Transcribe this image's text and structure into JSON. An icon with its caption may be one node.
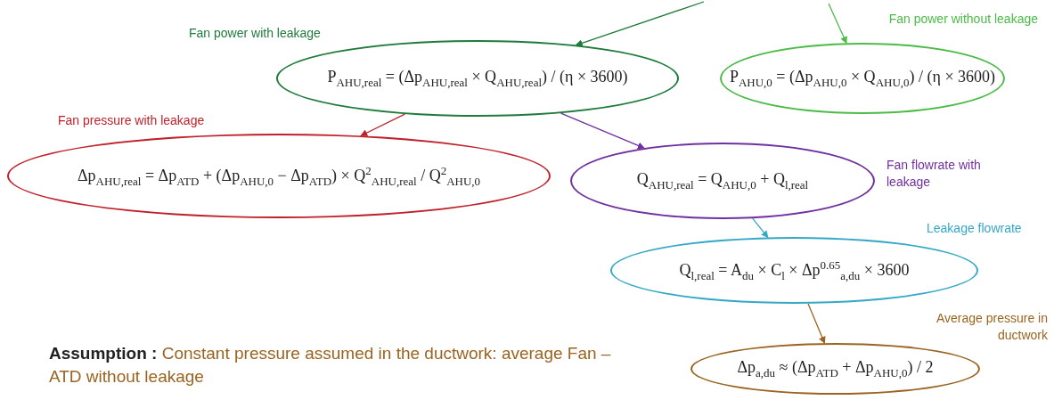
{
  "diagram": {
    "nodes": [
      {
        "text": [
          "Fan power with leakage",
          "P$_{AHU,real}$ = (Δp$_{AHU,real}$ × Q$_{AHU,real}$) / (η × 3600)"
        ]
      },
      {
        "text": [
          "Fan power without leakage",
          "P$_{AHU,0}$ = (Δp$_{AHU,0}$ × Q$_{AHU,0}$) / (η × 3600)"
        ]
      },
      {
        "text": [
          "Fan pressure with leakage",
          "Δp$_{AHU,real}$ = Δp$_{ATD}$ + (Δp$_{AHU,0}$ − Δp$_{ATD}$) × Q$^{2}$$_{AHU,real}$ / Q$^{2}$$_{AHU,0}$"
        ]
      },
      {
        "text": [
          "Q$_{AHU,real}$ = Q$_{AHU,0}$ + Q$_{l,real}$",
          "Fan flowrate with leakage"
        ]
      },
      {
        "text": [
          "Leakage flowrate",
          "Q$_{l,real}$ = A$_{du}$ × C$_{l}$ × Δp$^{0.65}$$_{a,du}$ × 3600"
        ]
      },
      {
        "text": [
          "Average pressure in ductwork",
          "Δp$_{a,du}$ ≈ (Δp$_{ATD}$ + Δp$_{AHU,0}$) / 2"
        ]
      }
    ],
    "edges": [
      {
        "from": null,
        "to": 0,
        "arrow": "to",
        "color": "#1e7b3c"
      },
      {
        "from": null,
        "to": 1,
        "arrow": "to",
        "color": "#4cbb47"
      },
      {
        "from": 0,
        "to": 2,
        "arrow": "to",
        "color": "#c0202a"
      },
      {
        "from": 0,
        "to": 3,
        "arrow": "to",
        "color": "#7030a0"
      },
      {
        "from": 3,
        "to": 4,
        "arrow": "to",
        "color": "#35a8c8"
      },
      {
        "from": 4,
        "to": 5,
        "arrow": "to",
        "color": "#9a6420"
      }
    ],
    "labels": [
      "**Assumption :** Constant pressure assumed in the ductwork: average Fan – ATD without leakage"
    ]
  }
}
